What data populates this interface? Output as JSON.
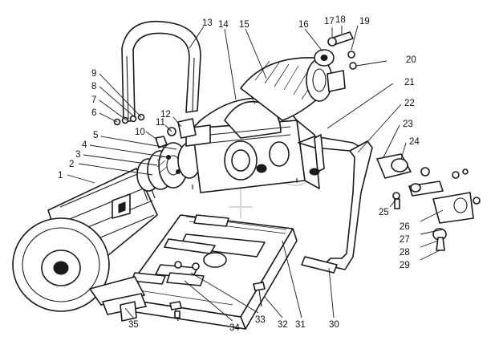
{
  "callouts": [
    {
      "id": "c1",
      "text": "1"
    },
    {
      "id": "c2",
      "text": "2"
    },
    {
      "id": "c3",
      "text": "3"
    },
    {
      "id": "c4",
      "text": "4"
    },
    {
      "id": "c5",
      "text": "5"
    },
    {
      "id": "c6",
      "text": "6"
    },
    {
      "id": "c7",
      "text": "7"
    },
    {
      "id": "c8",
      "text": "8"
    },
    {
      "id": "c9",
      "text": "9"
    },
    {
      "id": "c10",
      "text": "10"
    },
    {
      "id": "c11",
      "text": "11"
    },
    {
      "id": "c12",
      "text": "12"
    },
    {
      "id": "c13",
      "text": "13"
    },
    {
      "id": "c14",
      "text": "14"
    },
    {
      "id": "c15",
      "text": "15"
    },
    {
      "id": "c16",
      "text": "16"
    },
    {
      "id": "c17",
      "text": "17"
    },
    {
      "id": "c18",
      "text": "18"
    },
    {
      "id": "c19",
      "text": "19"
    },
    {
      "id": "c20",
      "text": "20"
    },
    {
      "id": "c21",
      "text": "21"
    },
    {
      "id": "c22",
      "text": "22"
    },
    {
      "id": "c23",
      "text": "23"
    },
    {
      "id": "c24",
      "text": "24"
    },
    {
      "id": "c25",
      "text": "25"
    },
    {
      "id": "c26",
      "text": "26"
    },
    {
      "id": "c27",
      "text": "27"
    },
    {
      "id": "c28",
      "text": "28"
    },
    {
      "id": "c29",
      "text": "29"
    },
    {
      "id": "c30",
      "text": "30"
    },
    {
      "id": "c31",
      "text": "31"
    },
    {
      "id": "c32",
      "text": "32"
    },
    {
      "id": "c33",
      "text": "33"
    },
    {
      "id": "c34",
      "text": "34"
    },
    {
      "id": "c35",
      "text": "35"
    }
  ],
  "colors": {
    "line": "#1a1a1a",
    "background": "#ffffff",
    "watermark": "#b9b9b9"
  }
}
